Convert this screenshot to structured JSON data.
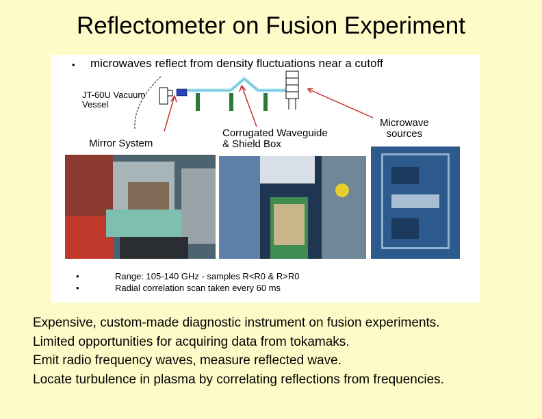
{
  "slide": {
    "title": "Reflectometer on Fusion Experiment",
    "figure": {
      "bullet_top": "microwaves reflect from density fluctuations near a cutoff",
      "label_vessel": "JT-60U Vacuum\nVessel",
      "label_waveguide": "Corrugated Waveguide\n& Shield Box",
      "label_sources": "Microwave\nsources",
      "label_mirror": "Mirror System",
      "bullet_bottom_1": "Range: 105-140 GHz - samples R<R0 & R>R0",
      "bullet_bottom_2": "Radial correlation scan taken every 60 ms",
      "bullet_symbol": "•"
    },
    "body_lines": [
      "Expensive, custom-made diagnostic instrument on fusion experiments.",
      "Limited opportunities for acquiring data from tokamaks.",
      "Emit radio frequency waves, measure reflected wave.",
      "Locate turbulence in plasma by correlating reflections from frequencies."
    ],
    "colors": {
      "background": "#fefbc8",
      "waveguide": "#9fe3f0",
      "support_posts": "#2c7a3a",
      "arrows": "#c43030"
    }
  }
}
